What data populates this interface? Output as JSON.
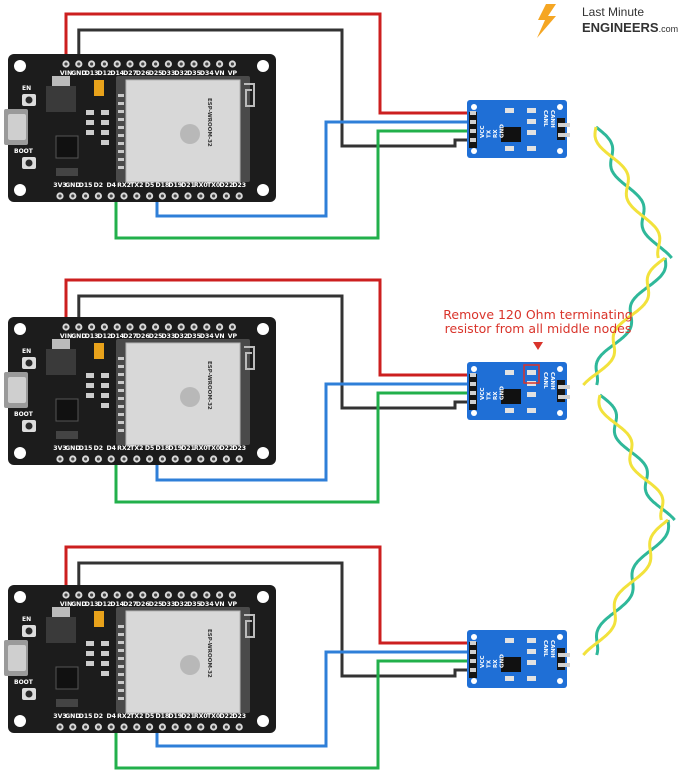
{
  "logo": {
    "line1": "Last Minute",
    "line2": "ENGINEERS",
    "suffix": ".com",
    "accent": "#f5a623"
  },
  "annotation": {
    "line1": "Remove 120 Ohm terminating",
    "line2": "resistor from all middle nodes",
    "color": "#d9342b"
  },
  "esp32": {
    "top_pins": [
      "VIN",
      "GND",
      "D13",
      "D12",
      "D14",
      "D27",
      "D26",
      "D25",
      "D33",
      "D32",
      "D35",
      "D34",
      "VN",
      "VP"
    ],
    "bottom_pins": [
      "3V3",
      "GND",
      "D15",
      "D2",
      "D4",
      "RX2",
      "TX2",
      "D5",
      "D18",
      "D19",
      "D21",
      "RX0",
      "TX0",
      "D22",
      "D23"
    ],
    "en_label": "EN",
    "boot_label": "BOOT",
    "module_name": "ESP-WROOM-32",
    "board_color": "#1c1c1c"
  },
  "can_module": {
    "left_pins": [
      "VCC",
      "TX",
      "RX",
      "GND"
    ],
    "right_pins": [
      "CANH",
      "CANL"
    ],
    "board_color": "#1f6fd6"
  },
  "wire_colors": {
    "power": "#cc1f1f",
    "ground": "#333333",
    "tx": "#2f7fd8",
    "rx": "#22b04b",
    "canh": "#f2e23c",
    "canl": "#2fb89a"
  },
  "nodes": [
    "node-1",
    "node-2",
    "node-3"
  ]
}
